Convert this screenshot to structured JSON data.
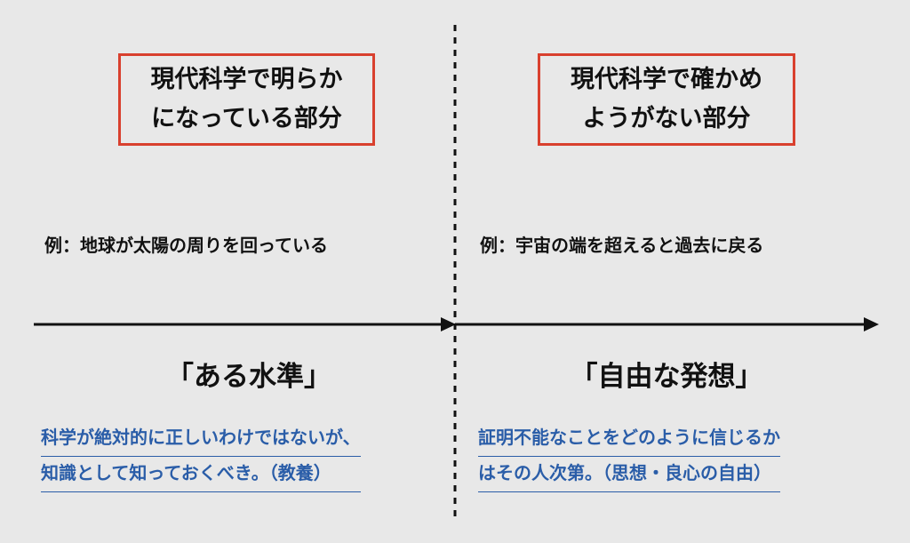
{
  "left": {
    "box_line1": "現代科学で明らか",
    "box_line2": "になっている部分",
    "example": "例：地球が太陽の周りを回っている",
    "concept": "「ある水準」",
    "desc_line1": "科学が絶対的に正しいわけではないが、",
    "desc_line2": "知識として知っておくべき。（教養）"
  },
  "right": {
    "box_line1": "現代科学で確かめ",
    "box_line2": "ようがない部分",
    "example": "例：宇宙の端を超えると過去に戻る",
    "concept": "「自由な発想」",
    "desc_line1": "証明不能なことをどのように信じるか",
    "desc_line2": "はその人次第。（思想・良心の自由）"
  },
  "colors": {
    "background": "#e8e8e8",
    "box_border": "#d9402e",
    "description_text": "#2a5da8",
    "line": "#111111"
  }
}
